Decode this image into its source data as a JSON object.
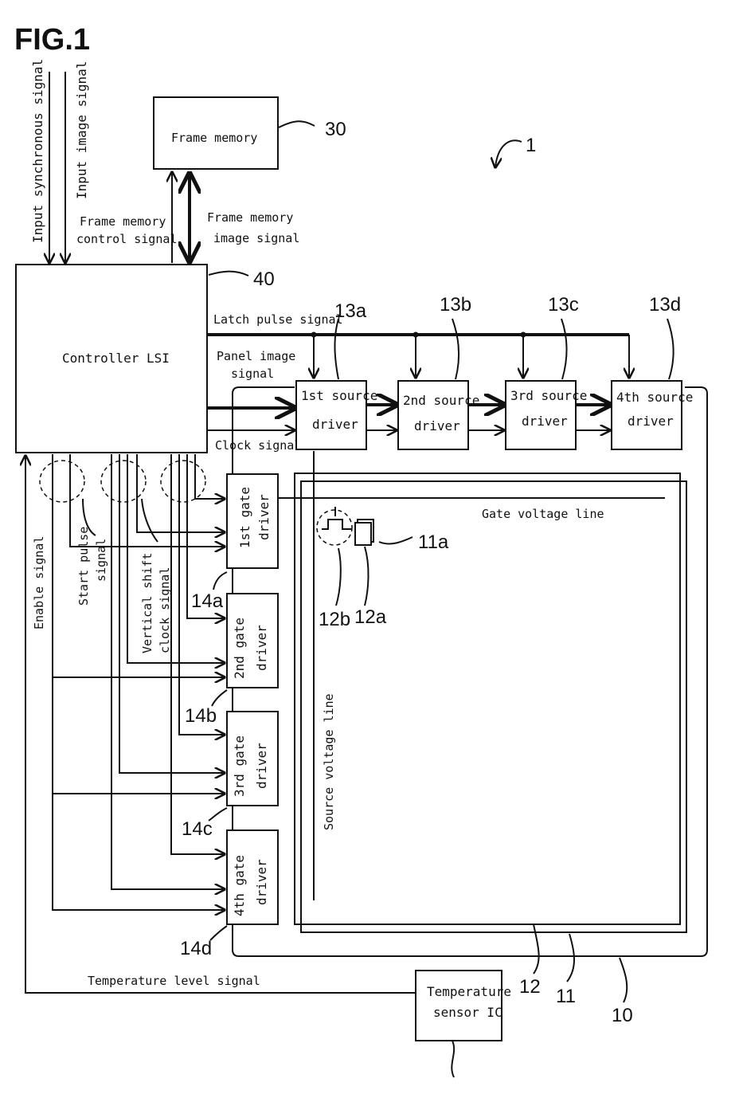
{
  "figure_title": "FIG.1",
  "ref_system": "1",
  "inputs": {
    "sync": "Input synchronous signal",
    "image": "Input image signal"
  },
  "frame_memory": {
    "label": "Frame memory",
    "ref": "30"
  },
  "controller": {
    "label": "Controller LSI",
    "ref": "40"
  },
  "signals": {
    "fm_control_1": "Frame memory",
    "fm_control_2": "control signal",
    "fm_image_1": "Frame memory",
    "fm_image_2": "image signal",
    "latch": "Latch pulse signal",
    "panel_image_1": "Panel image",
    "panel_image_2": "signal",
    "clock": "Clock signal",
    "enable": "Enable signal",
    "start_pulse_1": "Start pulse",
    "start_pulse_2": "signal",
    "vshift_1": "Vertical shift",
    "vshift_2": "clock signal",
    "temperature_level": "Temperature level signal"
  },
  "source_drivers": [
    {
      "line1": "1st source",
      "line2": "driver",
      "ref": "13a"
    },
    {
      "line1": "2nd source",
      "line2": "driver",
      "ref": "13b"
    },
    {
      "line1": "3rd source",
      "line2": "driver",
      "ref": "13c"
    },
    {
      "line1": "4th source",
      "line2": "driver",
      "ref": "13d"
    }
  ],
  "gate_drivers": [
    {
      "line1": "1st gate",
      "line2": "driver",
      "ref": "14a"
    },
    {
      "line1": "2nd gate",
      "line2": "driver",
      "ref": "14b"
    },
    {
      "line1": "3rd gate",
      "line2": "driver",
      "ref": "14c"
    },
    {
      "line1": "4th gate",
      "line2": "driver",
      "ref": "14d"
    }
  ],
  "panel": {
    "gate_line": "Gate voltage line",
    "source_line": "Source voltage line",
    "pixel_ref": "11a",
    "tft_ref": "12b",
    "cap_ref": "12a",
    "ref_12": "12",
    "ref_11": "11",
    "ref_10": "10"
  },
  "temperature_sensor": {
    "line1": "Temperature",
    "line2": "sensor IC"
  }
}
